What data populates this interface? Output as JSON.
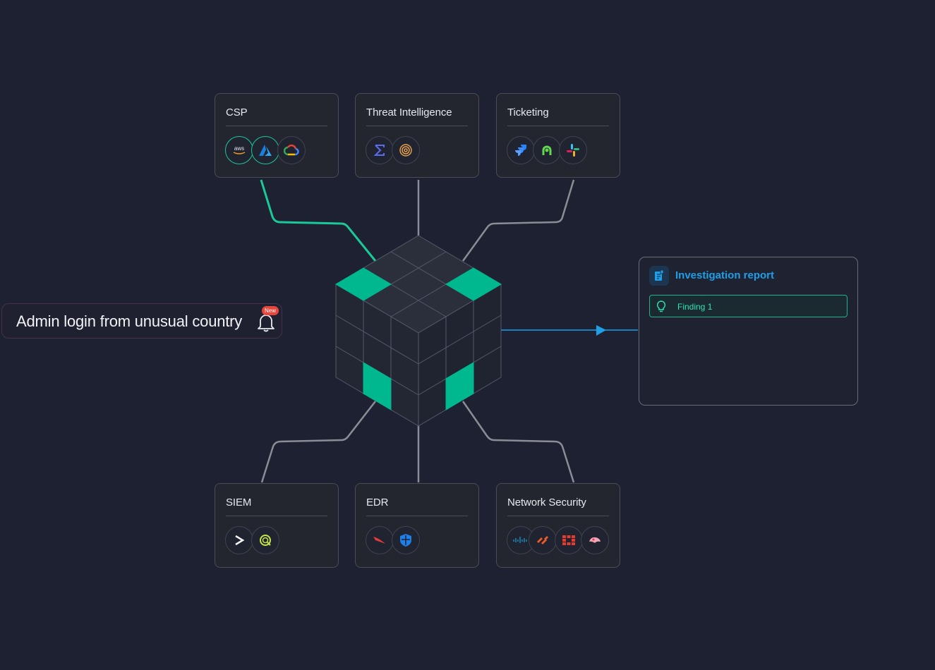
{
  "alert": {
    "text": "Admin login from unusual country",
    "badge": "New"
  },
  "report": {
    "title": "Investigation report",
    "finding": "Finding 1"
  },
  "cards": [
    {
      "title": "CSP",
      "icons": [
        "aws-icon",
        "azure-icon",
        "google-cloud-icon"
      ]
    },
    {
      "title": "Threat Intelligence",
      "icons": [
        "sigma-icon",
        "rings-icon"
      ]
    },
    {
      "title": "Ticketing",
      "icons": [
        "jira-icon",
        "ring-logo-icon",
        "slack-icon"
      ]
    },
    {
      "title": "SIEM",
      "icons": [
        "splunk-icon",
        "qradar-icon"
      ]
    },
    {
      "title": "EDR",
      "icons": [
        "crowdstrike-icon",
        "defender-shield-icon"
      ]
    },
    {
      "title": "Network Security",
      "icons": [
        "cisco-icon",
        "palo-alto-icon",
        "fortinet-icon",
        "checkpoint-icon"
      ]
    }
  ],
  "colors": {
    "background": "#1e2131",
    "accent_green": "#19c99a",
    "accent_blue": "#1e9fe8",
    "connector_gray": "#8a8d96",
    "alert_red": "#e8453c"
  }
}
